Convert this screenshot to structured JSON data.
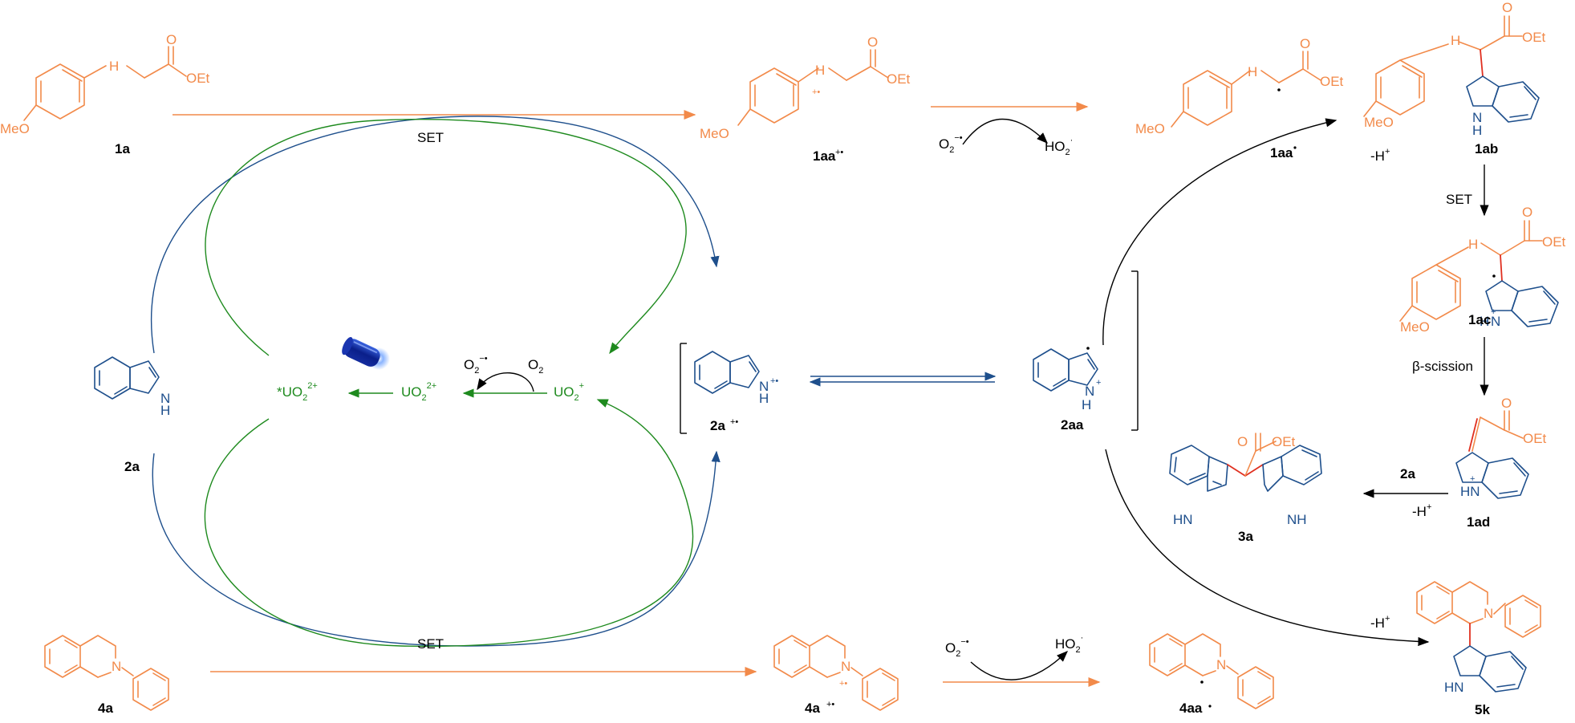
{
  "compounds": {
    "c1a": "1a",
    "c1aa": "1aa",
    "c1aa_rad": "1aa",
    "c1ab": "1ab",
    "c1ac": "1ac",
    "c1ad": "1ad",
    "c2a": "2a",
    "c2a_rc": "2a",
    "c2aa": "2aa",
    "c3a": "3a",
    "c4a": "4a",
    "c4a_rc": "4a",
    "c4aa": "4aa",
    "c5k": "5k"
  },
  "atoms": {
    "N": "N",
    "NH": "NH",
    "HN": "HN",
    "H": "H",
    "O": "O",
    "OEt": "OEt",
    "MeO": "MeO"
  },
  "reagents": {
    "set": "SET",
    "deprot": "-H",
    "beta": "β-scission",
    "o2": "O",
    "ho2": "HO",
    "uo2": "UO",
    "uo2_star": "*UO",
    "two": "2",
    "two_plus": "2+",
    "plus": "+",
    "radcat": "+•",
    "superoxide": "−•"
  },
  "colors": {
    "orange": "#f28a4a",
    "blue": "#1e4f8c",
    "green": "#1e8a1e",
    "red": "#e03020",
    "black": "#000000"
  },
  "icons": {
    "lamp": "blue-led-lamp-icon"
  }
}
